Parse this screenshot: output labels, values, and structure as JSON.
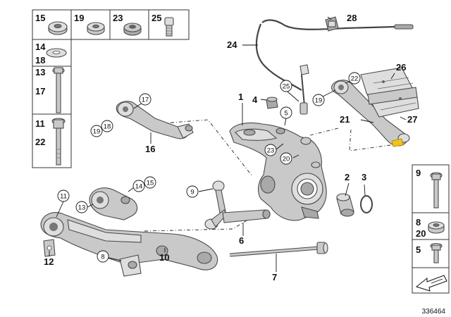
{
  "drawing_id": "336464",
  "legend_top": {
    "row1": [
      "15",
      "19",
      "23",
      "25"
    ],
    "rows": [
      {
        "a": "14",
        "b": "18"
      },
      {
        "a": "13",
        "b": "17"
      },
      {
        "a": "11",
        "b": "22"
      }
    ]
  },
  "legend_right": {
    "rows": [
      {
        "a": "9"
      },
      {
        "a": "8",
        "b": "20"
      },
      {
        "a": "5"
      }
    ]
  },
  "labels": {
    "p1": "1",
    "p2": "2",
    "p3": "3",
    "p4": "4",
    "p6": "6",
    "p7": "7",
    "p10": "10",
    "p12": "12",
    "p16": "16",
    "p21": "21",
    "p24": "24",
    "p26": "26",
    "p27": "27",
    "p28": "28"
  },
  "callouts": {
    "c5": "5",
    "c8": "8",
    "c9": "9",
    "c11": "11",
    "c13": "13",
    "c14": "14",
    "c15": "15",
    "c17": "17",
    "c18": "18",
    "c19a": "19",
    "c19b": "19",
    "c20": "20",
    "c22": "22",
    "c23": "23",
    "c25": "25"
  },
  "colors": {
    "part_fill": "#c9c9c9",
    "highlight": "#f2c21b",
    "ink": "#111111"
  }
}
